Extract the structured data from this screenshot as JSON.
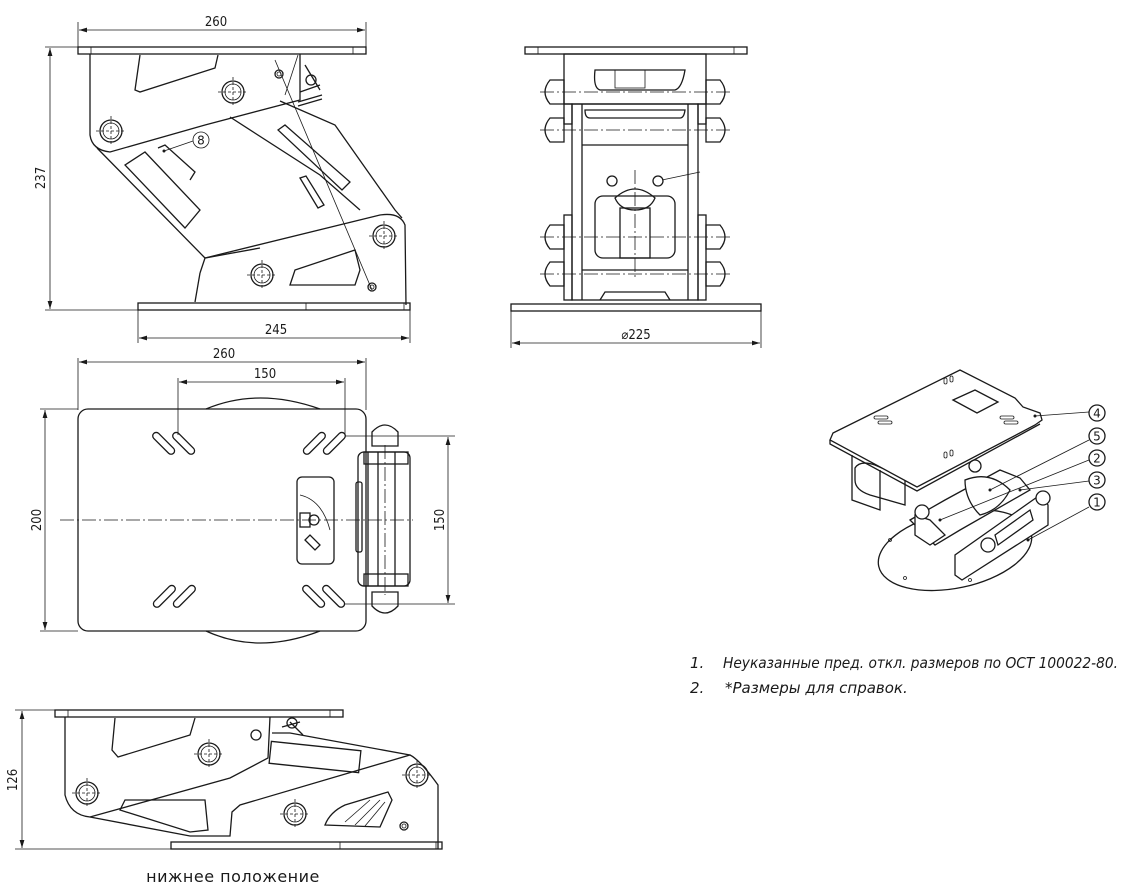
{
  "drawing": {
    "side_view_upper": {
      "dim_top_width": "260",
      "dim_height": "237",
      "dim_base_width": "245",
      "balloon": "8"
    },
    "front_view": {
      "dim_base_diameter": "⌀225"
    },
    "top_view": {
      "dim_overall_width": "260",
      "dim_slot_spacing": "150",
      "dim_overall_depth": "200",
      "dim_hinge_span": "150"
    },
    "side_view_lower": {
      "dim_height": "126",
      "caption": "нижнее положение"
    },
    "isometric_view": {
      "balloons": [
        "4",
        "5",
        "2",
        "3",
        "1"
      ]
    },
    "notes": [
      {
        "num": "1.",
        "text": "Неуказанные пред. откл. размеров по ОСТ 100022-80."
      },
      {
        "num": "2.",
        "text": "*Размеры для справок."
      }
    ]
  }
}
